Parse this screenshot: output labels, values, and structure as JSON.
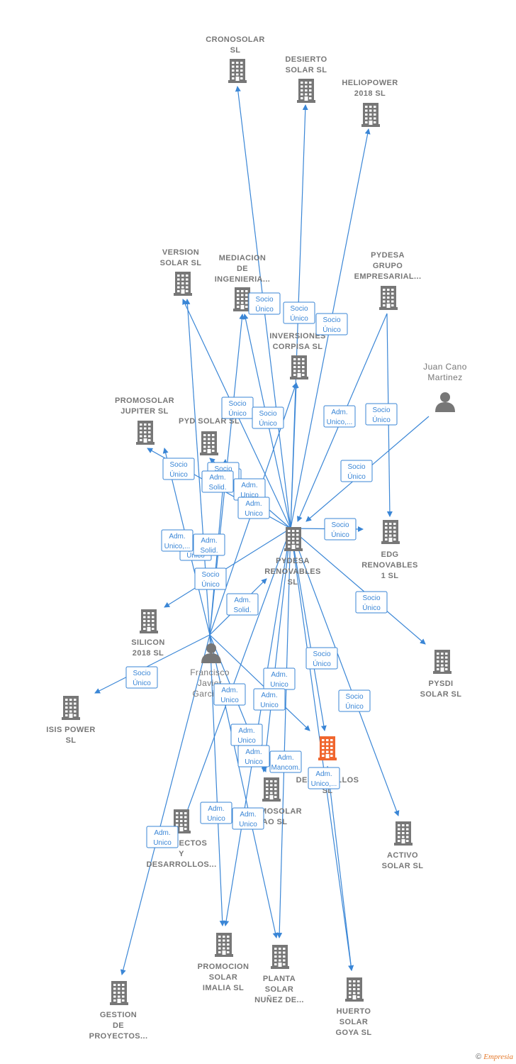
{
  "diagram": {
    "nodes": [
      {
        "id": "cronosolar",
        "type": "company",
        "label": [
          "CRONOSOLAR",
          "SL"
        ]
      },
      {
        "id": "desierto",
        "type": "company",
        "label": [
          "DESIERTO",
          "SOLAR  SL"
        ]
      },
      {
        "id": "heliopower",
        "type": "company",
        "label": [
          "HELIOPOWER",
          "2018  SL"
        ]
      },
      {
        "id": "version",
        "type": "company",
        "label": [
          "VERSION",
          "SOLAR  SL"
        ]
      },
      {
        "id": "mediacion",
        "type": "company",
        "label": [
          "MEDIACION",
          "DE",
          "INGENIERIA..."
        ]
      },
      {
        "id": "pydesa_grupo",
        "type": "company",
        "label": [
          "PYDESA",
          "GRUPO",
          "EMPRESARIAL..."
        ]
      },
      {
        "id": "inversiones",
        "type": "company",
        "label": [
          "INVERSIONES",
          "CORPISA  SL"
        ]
      },
      {
        "id": "juan_cano",
        "type": "person",
        "label": [
          "Juan Cano",
          "Martinez"
        ]
      },
      {
        "id": "promosolar_jupiter",
        "type": "company",
        "label": [
          "PROMOSOLAR",
          "JUPITER  SL"
        ]
      },
      {
        "id": "pyd_solar",
        "type": "company",
        "label": [
          "PYD SOLAR  SL"
        ]
      },
      {
        "id": "pydesa_renovables",
        "type": "company",
        "label": [
          "PYDESA",
          "RENOVABLES",
          "SL"
        ]
      },
      {
        "id": "edg",
        "type": "company",
        "label": [
          "EDG",
          "RENOVABLES",
          "1  SL"
        ]
      },
      {
        "id": "silicon",
        "type": "company",
        "label": [
          "SILICON",
          "2018  SL"
        ]
      },
      {
        "id": "pysdi",
        "type": "company",
        "label": [
          "PYSDI",
          "SOLAR  SL"
        ]
      },
      {
        "id": "francisco",
        "type": "person",
        "label": [
          "Francisco",
          "Javier",
          "Garcia..."
        ]
      },
      {
        "id": "isis",
        "type": "company",
        "label": [
          "ISIS POWER",
          "SL"
        ]
      },
      {
        "id": "desarrollos_sl",
        "type": "company",
        "highlight": true,
        "label": [
          "DESARROLLOS",
          "SL"
        ]
      },
      {
        "id": "promosolar_lao",
        "type": "company",
        "label": [
          "PROMOSOLAR",
          "LAO  SL"
        ]
      },
      {
        "id": "proyectos",
        "type": "company",
        "label": [
          "PROYECTOS",
          "Y",
          "DESARROLLOS..."
        ]
      },
      {
        "id": "activo",
        "type": "company",
        "label": [
          "ACTIVO",
          "SOLAR  SL"
        ]
      },
      {
        "id": "imalia",
        "type": "company",
        "label": [
          "PROMOCION",
          "SOLAR",
          "IMALIA  SL"
        ]
      },
      {
        "id": "nunez",
        "type": "company",
        "label": [
          "PLANTA",
          "SOLAR",
          "NUÑEZ DE..."
        ]
      },
      {
        "id": "goya",
        "type": "company",
        "label": [
          "HUERTO",
          "SOLAR",
          "GOYA  SL"
        ]
      },
      {
        "id": "gestion",
        "type": "company",
        "label": [
          "GESTION",
          "DE",
          "PROYECTOS..."
        ]
      }
    ],
    "edges": [
      {
        "from": "pydesa_renovables",
        "to": "cronosolar",
        "label": [
          "Socio",
          "Único"
        ]
      },
      {
        "from": "pydesa_renovables",
        "to": "desierto",
        "label": [
          "Socio",
          "Único"
        ]
      },
      {
        "from": "pydesa_renovables",
        "to": "heliopower",
        "label": [
          "Socio",
          "Único"
        ]
      },
      {
        "from": "pydesa_renovables",
        "to": "version",
        "label": [
          "Socio",
          "Único"
        ]
      },
      {
        "from": "pydesa_renovables",
        "to": "mediacion",
        "label": [
          "Socio",
          "Único"
        ]
      },
      {
        "from": "pydesa_renovables",
        "to": "inversiones",
        "label": [
          "Socio",
          "Único"
        ]
      },
      {
        "from": "pydesa_renovables",
        "to": "promosolar_jupiter",
        "label": [
          "Socio",
          "Único"
        ]
      },
      {
        "from": "pydesa_renovables",
        "to": "pyd_solar",
        "label": [
          "Socio",
          "Único"
        ]
      },
      {
        "from": "pydesa_renovables",
        "to": "edg",
        "label": [
          "Socio",
          "Único"
        ]
      },
      {
        "from": "pydesa_renovables",
        "to": "silicon",
        "label": [
          "Socio",
          "Único"
        ]
      },
      {
        "from": "pydesa_renovables",
        "to": "pysdi",
        "label": [
          "Adm.",
          "Solid."
        ]
      },
      {
        "from": "pydesa_renovables",
        "to": "desarrollos_sl",
        "label": [
          "Socio",
          "Único"
        ]
      },
      {
        "from": "pydesa_renovables",
        "to": "activo",
        "label": [
          "Adm.",
          "Unico,..."
        ]
      },
      {
        "from": "pydesa_renovables",
        "to": "goya",
        "label": [
          "Socio",
          "Único"
        ]
      },
      {
        "from": "pydesa_renovables",
        "to": "nunez",
        "label": [
          "Socio",
          "Único"
        ]
      },
      {
        "from": "pydesa_renovables",
        "to": "imalia",
        "label": [
          "Socio",
          "Único"
        ]
      },
      {
        "from": "pydesa_renovables",
        "to": "proyectos",
        "label": [
          "Socio",
          "Único"
        ]
      },
      {
        "from": "pydesa_renovables",
        "to": "promosolar_lao",
        "label": [
          "Socio",
          "Único"
        ]
      },
      {
        "from": "pydesa_grupo",
        "to": "pydesa_renovables",
        "label": [
          "Socio",
          "Único"
        ]
      },
      {
        "from": "pydesa_grupo",
        "to": "edg",
        "label": [
          "Adm.",
          "Unico,..."
        ]
      },
      {
        "from": "juan_cano",
        "to": "pydesa_renovables",
        "label": [
          "Adm.",
          "Solid."
        ]
      },
      {
        "from": "francisco",
        "to": "pydesa_renovables",
        "label": [
          "Adm.",
          "Solid."
        ]
      },
      {
        "from": "francisco",
        "to": "isis",
        "label": [
          "Adm.",
          "Unico"
        ]
      },
      {
        "from": "francisco",
        "to": "promosolar_jupiter",
        "label": [
          "Adm.",
          "Unico"
        ]
      },
      {
        "from": "francisco",
        "to": "version",
        "label": [
          "Adm.",
          "Unico"
        ]
      },
      {
        "from": "francisco",
        "to": "mediacion",
        "label": [
          "Adm.",
          "Unico"
        ]
      },
      {
        "from": "francisco",
        "to": "pyd_solar",
        "label": [
          "Adm.",
          "Unico"
        ]
      },
      {
        "from": "francisco",
        "to": "inversiones",
        "label": [
          "Adm.",
          "Unico"
        ]
      },
      {
        "from": "francisco",
        "to": "desarrollos_sl",
        "label": [
          "Adm.",
          "Unico"
        ]
      },
      {
        "from": "francisco",
        "to": "gestion",
        "label": [
          "Adm.",
          "Mancom."
        ]
      },
      {
        "from": "francisco",
        "to": "imalia",
        "label": [
          "Adm.",
          "Unico"
        ]
      },
      {
        "from": "francisco",
        "to": "nunez",
        "label": [
          "Adm.",
          "Unico"
        ]
      },
      {
        "from": "francisco",
        "to": "promosolar_lao",
        "label": [
          "Adm.",
          "Unico"
        ]
      },
      {
        "from": "desarrollos_sl",
        "to": "goya",
        "label": [
          "Adm.",
          "Unico,..."
        ]
      }
    ]
  },
  "footer": {
    "copyright": "©",
    "brand": "Empresia"
  }
}
